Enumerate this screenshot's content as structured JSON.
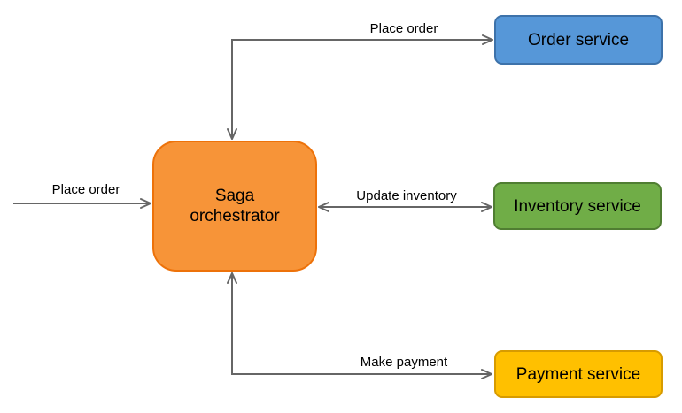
{
  "diagram": {
    "background": "#ffffff",
    "arrow_color": "#666666",
    "text_color": "#000000",
    "nodes": {
      "orchestrator": {
        "label": "Saga orchestrator",
        "lines": [
          "Saga",
          "orchestrator"
        ],
        "fill": "#F79438",
        "border": "#ED720A"
      },
      "order_service": {
        "label": "Order service",
        "fill": "#5697D8",
        "border": "#3D72AA"
      },
      "inventory_service": {
        "label": "Inventory service",
        "fill": "#70AD47",
        "border": "#507E32"
      },
      "payment_service": {
        "label": "Payment service",
        "fill": "#FFC000",
        "border": "#D79B00"
      }
    },
    "edges": {
      "client_place_order": {
        "label": "Place order"
      },
      "orchestrator_to_order": {
        "label": "Place order"
      },
      "orchestrator_to_inventory": {
        "label": "Update inventory"
      },
      "orchestrator_to_payment": {
        "label": "Make payment"
      }
    }
  }
}
